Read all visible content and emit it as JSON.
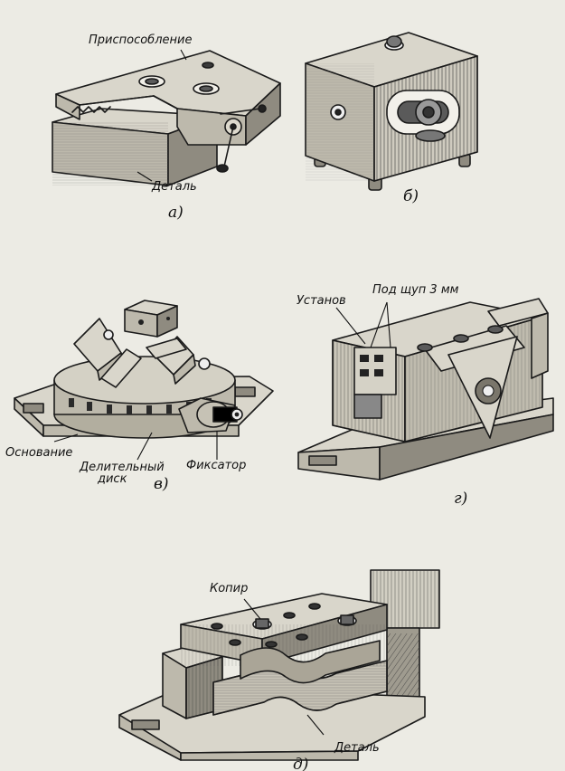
{
  "figures": {
    "a": {
      "caption": "а)",
      "label_fixture": "Приспособление",
      "label_part": "Деталь"
    },
    "b": {
      "caption": "б)"
    },
    "v": {
      "caption": "в)",
      "label_base": "Основание",
      "label_disk_line1": "Делительный",
      "label_disk_line2": "диск",
      "label_lock": "Фиксатор"
    },
    "g": {
      "caption": "г)",
      "label_setter": "Установ",
      "label_probe": "Под щуп 3 мм"
    },
    "d": {
      "caption": "д)",
      "label_copier": "Копир",
      "label_part": "Деталь"
    }
  }
}
